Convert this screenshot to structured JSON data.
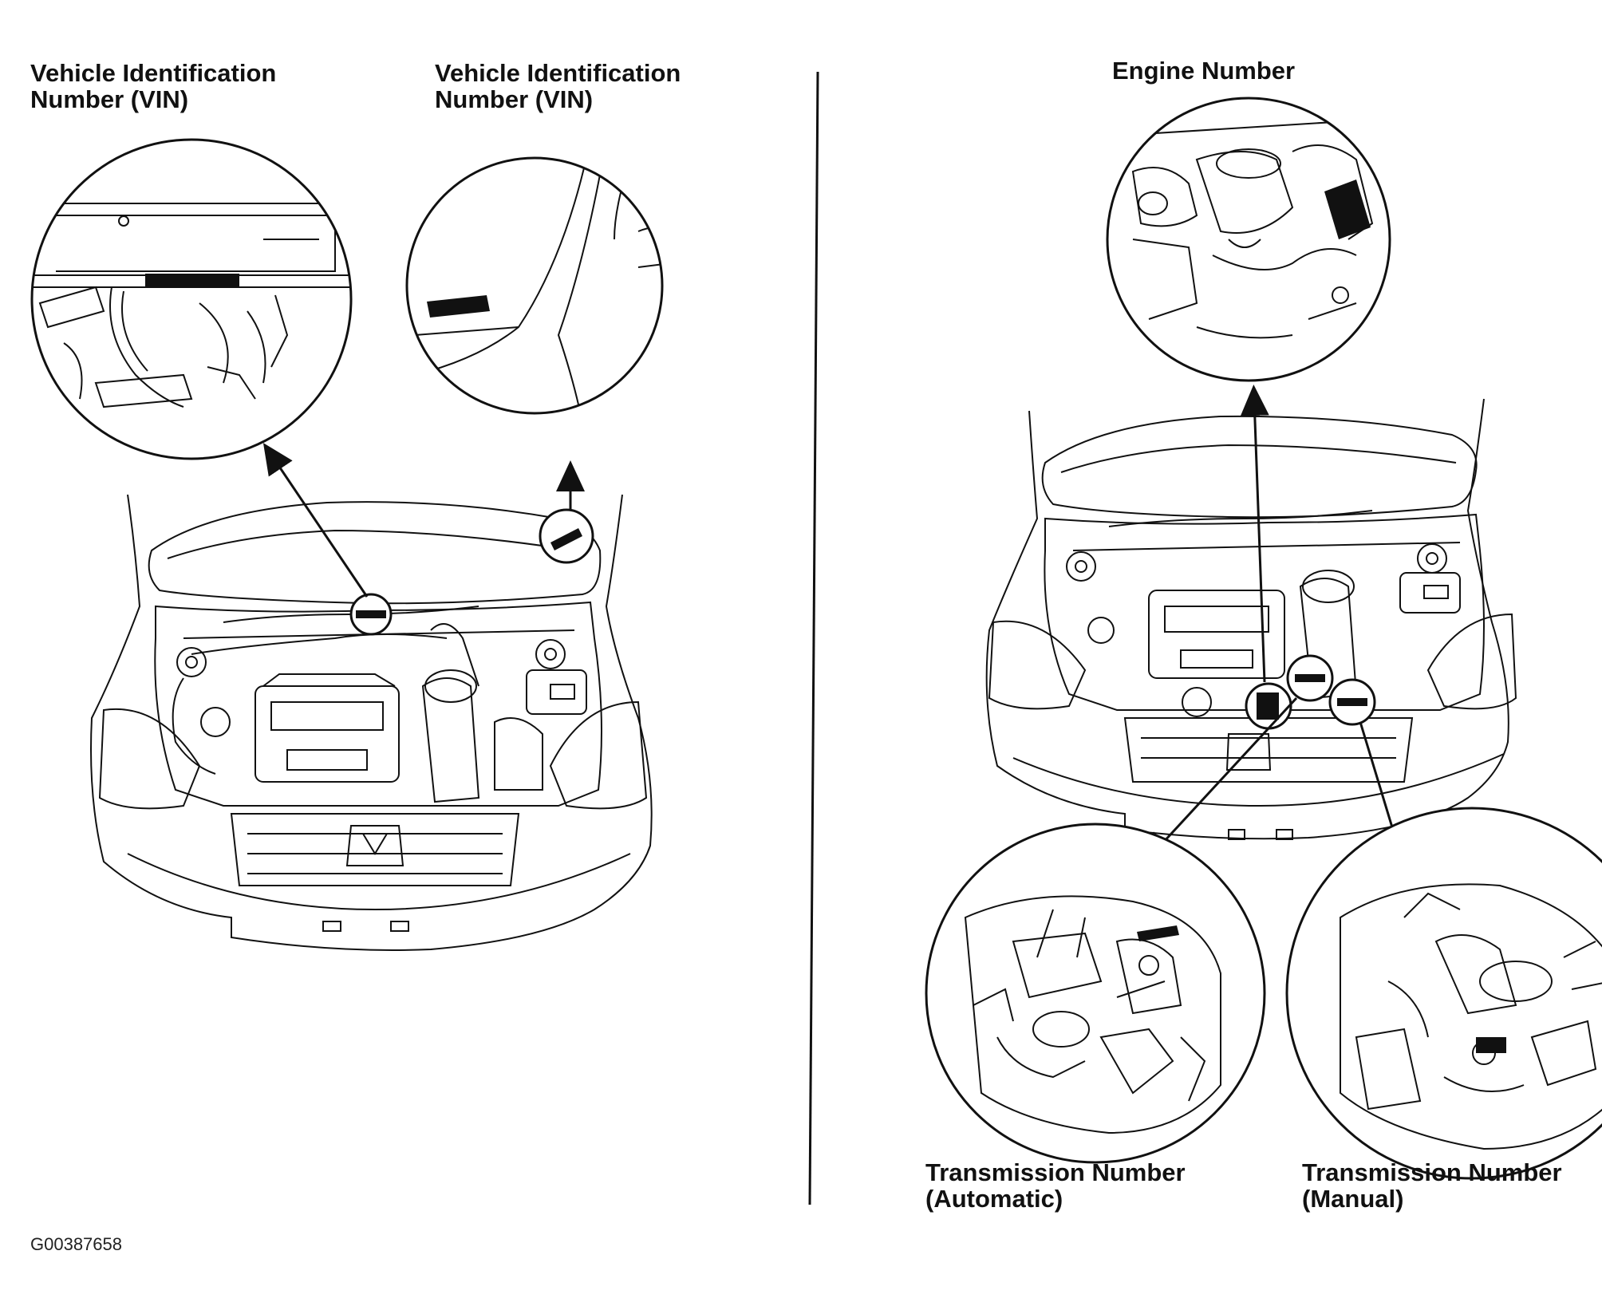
{
  "labels": {
    "vin_left": [
      "Vehicle Identification",
      "Number (VIN)"
    ],
    "vin_right": [
      "Vehicle Identification",
      "Number (VIN)"
    ],
    "engine": "Engine Number",
    "trans_auto": [
      "Transmission Number",
      "(Automatic)"
    ],
    "trans_manual": [
      "Transmission Number",
      "(Manual)"
    ]
  },
  "figure_id": "G00387658",
  "colors": {
    "ink": "#111111",
    "paper": "#ffffff",
    "label_fill": "#111111"
  }
}
